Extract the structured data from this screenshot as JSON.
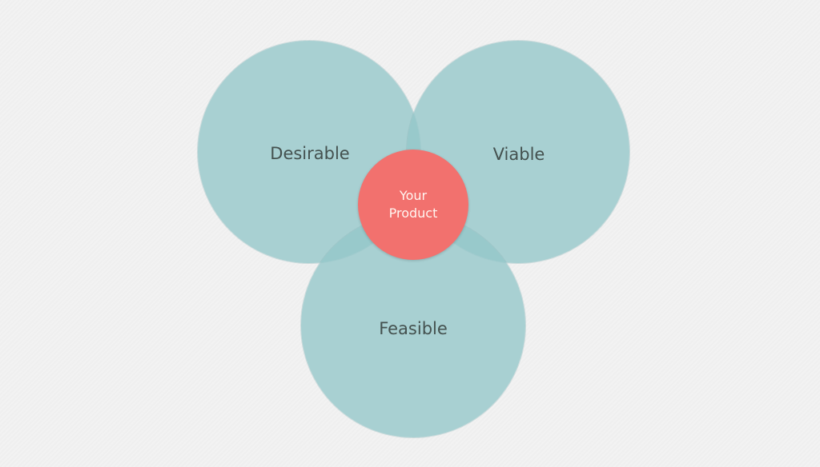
{
  "diagram": {
    "type": "venn",
    "circles": [
      {
        "id": "desirable",
        "label": "Desirable",
        "color": "#94c7c9"
      },
      {
        "id": "viable",
        "label": "Viable",
        "color": "#94c7c9"
      },
      {
        "id": "feasible",
        "label": "Feasible",
        "color": "#94c7c9"
      }
    ],
    "center": {
      "line1": "Your",
      "line2": "Product",
      "color": "#f2716e"
    }
  }
}
